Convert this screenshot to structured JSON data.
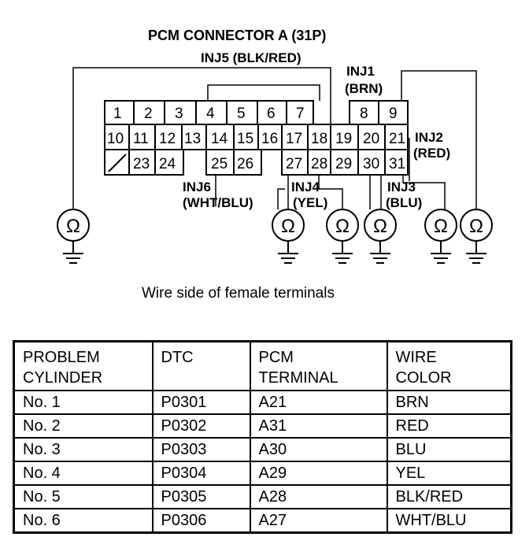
{
  "diagram": {
    "title": "PCM CONNECTOR A (31P)",
    "caption": "Wire side of female terminals",
    "pins_row1": [
      "1",
      "2",
      "3",
      "4",
      "5",
      "6",
      "7",
      "8",
      "9"
    ],
    "pins_row2": [
      "10",
      "11",
      "12",
      "13",
      "14",
      "15",
      "16",
      "17",
      "18",
      "19",
      "20",
      "21"
    ],
    "pins_row3": [
      "23",
      "24",
      "25",
      "26",
      "27",
      "28",
      "29",
      "30",
      "31"
    ],
    "labels": {
      "inj5": "INJ5 (BLK/RED)",
      "inj1_a": "INJ1",
      "inj1_b": "(BRN)",
      "inj2_a": "INJ2",
      "inj2_b": "(RED)",
      "inj6_a": "INJ6",
      "inj6_b": "(WHT/BLU)",
      "inj4_a": "INJ4",
      "inj4_b": "(YEL)",
      "inj3_a": "INJ3",
      "inj3_b": "(BLU)"
    },
    "ohm_symbol": "Ω",
    "ohmmeter_icon": "ohmmeter-icon",
    "ground_icon": "ground-icon"
  },
  "table": {
    "headers": [
      [
        "PROBLEM",
        "CYLINDER"
      ],
      [
        "DTC",
        ""
      ],
      [
        "PCM",
        "TERMINAL"
      ],
      [
        "WIRE",
        "COLOR"
      ]
    ],
    "rows": [
      [
        "No. 1",
        "P0301",
        "A21",
        "BRN"
      ],
      [
        "No. 2",
        "P0302",
        "A31",
        "RED"
      ],
      [
        "No. 3",
        "P0303",
        "A30",
        "BLU"
      ],
      [
        "No. 4",
        "P0304",
        "A29",
        "YEL"
      ],
      [
        "No. 5",
        "P0305",
        "A28",
        "BLK/RED"
      ],
      [
        "No. 6",
        "P0306",
        "A27",
        "WHT/BLU"
      ]
    ]
  }
}
